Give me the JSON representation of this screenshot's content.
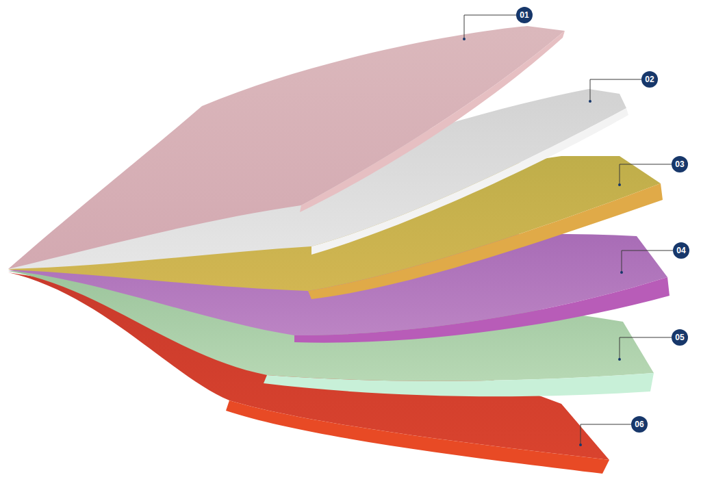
{
  "diagram": {
    "labels": [
      "01",
      "02",
      "03",
      "04",
      "05",
      "06"
    ]
  }
}
